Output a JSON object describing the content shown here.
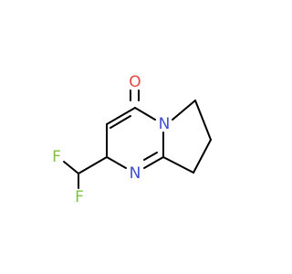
{
  "molecule": {
    "atoms": {
      "oxygen": {
        "label": "O",
        "color": "#e8453c"
      },
      "n_ring": {
        "label": "N",
        "color": "#3e4fd1"
      },
      "n_amide": {
        "label": "N",
        "color": "#3e4fd1"
      },
      "fluorine_1": {
        "label": "F",
        "color": "#7fc241"
      },
      "fluorine_2": {
        "label": "F",
        "color": "#7fc241"
      }
    }
  }
}
